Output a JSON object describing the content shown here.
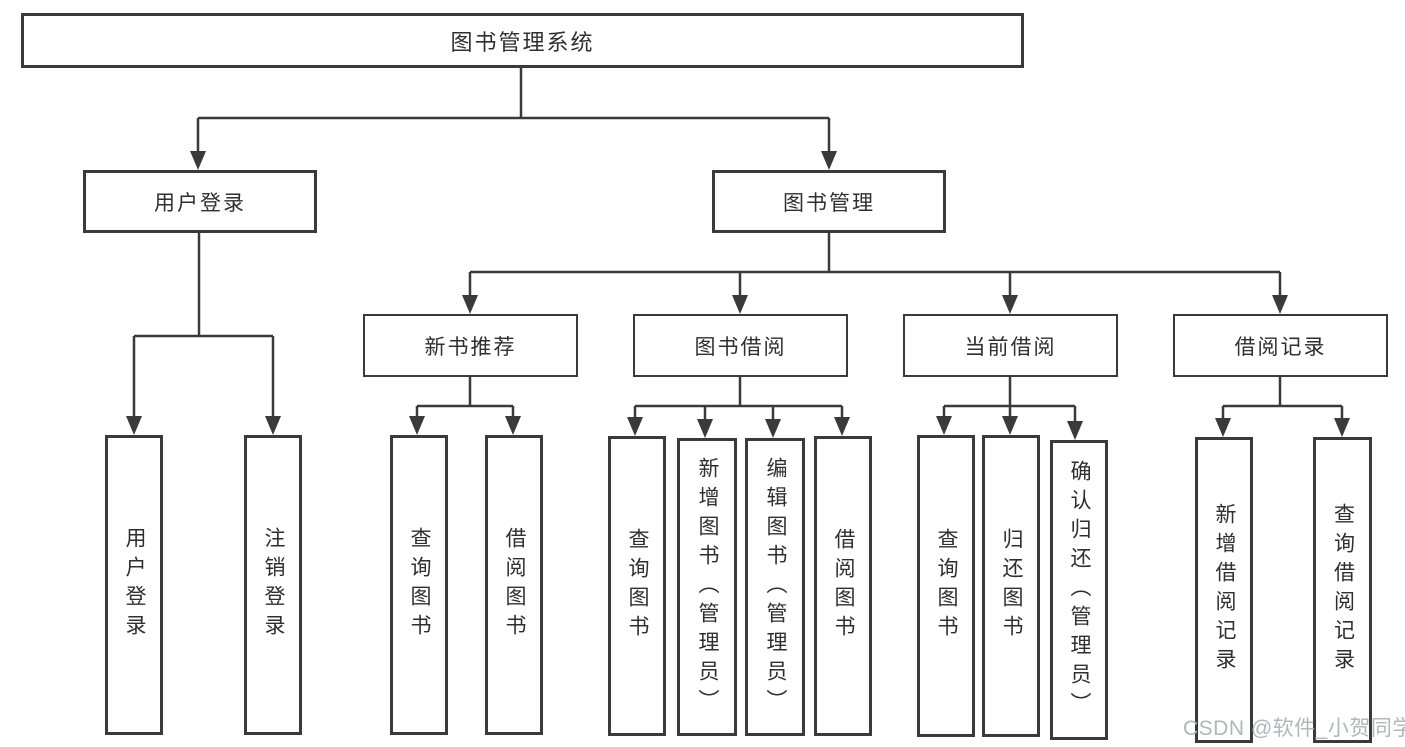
{
  "diagram": {
    "title": "图书管理系统",
    "branches": [
      {
        "label": "用户登录",
        "children": [
          {
            "label": "用户登录"
          },
          {
            "label": "注销登录"
          }
        ]
      },
      {
        "label": "图书管理",
        "children": [
          {
            "label": "新书推荐",
            "children": [
              {
                "label": "查询图书"
              },
              {
                "label": "借阅图书"
              }
            ]
          },
          {
            "label": "图书借阅",
            "children": [
              {
                "label": "查询图书"
              },
              {
                "label": "新增图书（管理员）"
              },
              {
                "label": "编辑图书（管理员）"
              },
              {
                "label": "借阅图书"
              }
            ]
          },
          {
            "label": "当前借阅",
            "children": [
              {
                "label": "查询图书"
              },
              {
                "label": "归还图书"
              },
              {
                "label": "确认归还（管理员）"
              }
            ]
          },
          {
            "label": "借阅记录",
            "children": [
              {
                "label": "新增借阅记录"
              },
              {
                "label": "查询借阅记录"
              }
            ]
          }
        ]
      }
    ]
  },
  "watermark": {
    "text": "CSDN @软件_小贺同学"
  },
  "colors": {
    "line": "#3a3a3a",
    "border": "#3a3a3a",
    "text": "#2f2f2f",
    "watermark": "#b2b5b9",
    "background": "#ffffff"
  }
}
